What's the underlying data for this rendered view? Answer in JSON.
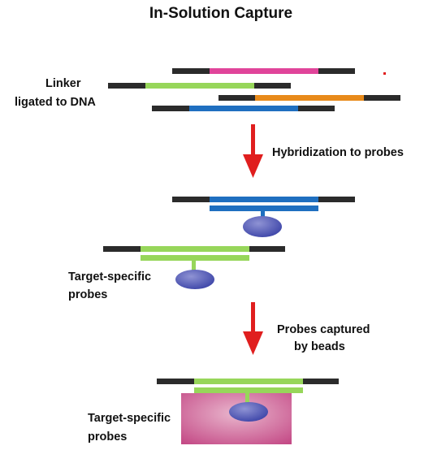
{
  "title": "In-Solution Capture",
  "labels": {
    "linker": [
      "Linker",
      "ligated to DNA"
    ],
    "hybridization": "Hybridization to probes",
    "probes_a": [
      "Target-specific",
      "probes"
    ],
    "captured": [
      "Probes captured",
      "by beads"
    ],
    "probes_b": [
      "Target-specific",
      "probes"
    ]
  },
  "colors": {
    "linker": "#2b2b2b",
    "magenta": "#e0449a",
    "green": "#97d65a",
    "orange": "#e88a1a",
    "blue": "#1f6fc0",
    "arrow": "#e01e1e",
    "bead": "#3d45a8",
    "bead_highlight": "#8f93d4",
    "capture_bg": "#c44a86",
    "capture_bg_light": "#e9b6cd"
  }
}
